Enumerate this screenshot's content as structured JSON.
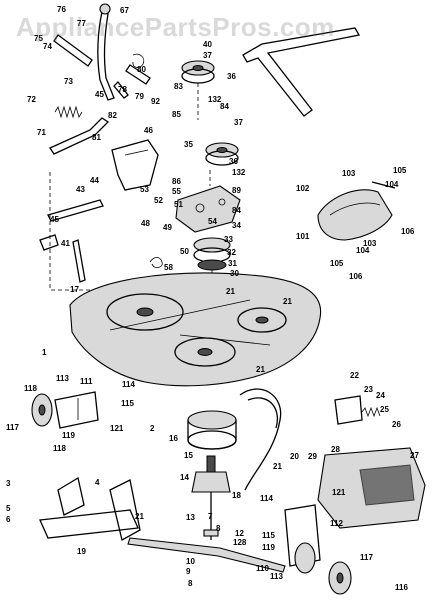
{
  "watermark": "AppliancePartsPros.com",
  "colors": {
    "ink": "#000000",
    "background": "#ffffff",
    "watermark": "#b8b8b8"
  },
  "callouts": [
    "76",
    "67",
    "77",
    "75",
    "74",
    "73",
    "80",
    "78",
    "79",
    "92",
    "72",
    "45",
    "82",
    "81",
    "71",
    "40",
    "37",
    "36",
    "83",
    "132",
    "84",
    "85",
    "37",
    "35",
    "36",
    "132",
    "89",
    "86",
    "55",
    "51",
    "52",
    "53",
    "48",
    "49",
    "54",
    "84",
    "34",
    "33",
    "32",
    "50",
    "58",
    "31",
    "30",
    "44",
    "46",
    "43",
    "45",
    "41",
    "17",
    "1",
    "21",
    "21",
    "21",
    "102",
    "103",
    "105",
    "101",
    "104",
    "106",
    "103",
    "105",
    "104",
    "106",
    "118",
    "113",
    "111",
    "114",
    "115",
    "117",
    "119",
    "121",
    "118",
    "2",
    "16",
    "15",
    "14",
    "13",
    "12",
    "128",
    "10",
    "9",
    "8",
    "3",
    "4",
    "5",
    "6",
    "21",
    "19",
    "18",
    "20",
    "21",
    "22",
    "23",
    "24",
    "25",
    "26",
    "27",
    "28",
    "29",
    "114",
    "121",
    "112",
    "115",
    "119",
    "116",
    "113",
    "117",
    "7",
    "8",
    "110"
  ]
}
